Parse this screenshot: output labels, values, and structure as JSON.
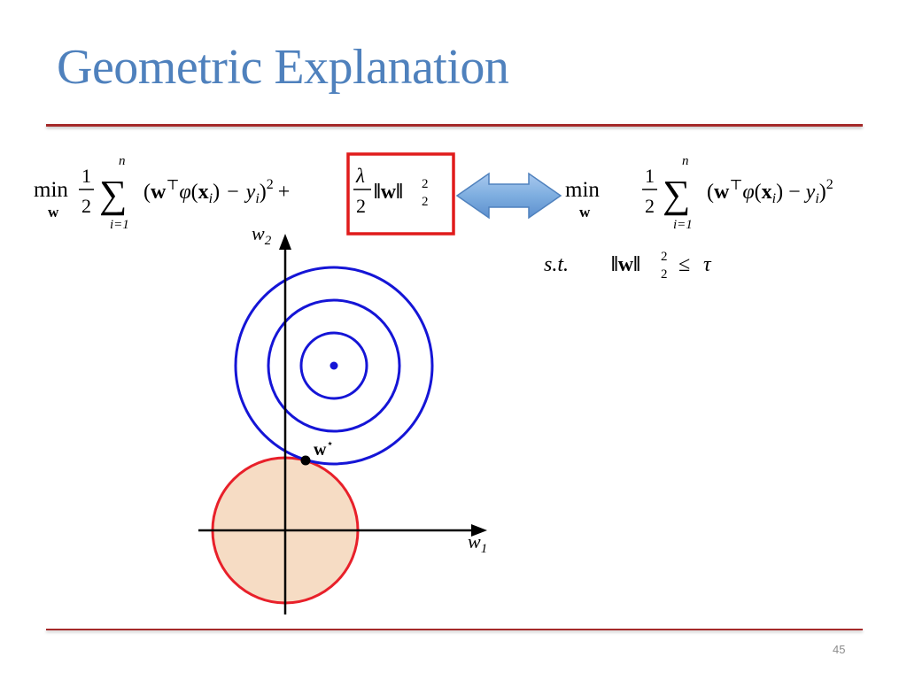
{
  "slide": {
    "title": "Geometric Explanation",
    "number": "45"
  },
  "formula_left": {
    "min": "min",
    "sub_w": "w",
    "frac_num": "1",
    "frac_den": "2",
    "sum": "∑",
    "sum_upper": "n",
    "sum_lower": "i=1",
    "loss_open": "(",
    "w": "w",
    "top": "⊤",
    "phi": "φ",
    "x_open": "(",
    "x": "x",
    "x_sub": "i",
    "x_close": ")",
    "minus": "−",
    "y": "y",
    "y_sub": "i",
    "loss_close": ")",
    "sq": "2",
    "plus": "+",
    "lambda": "λ",
    "reg_den": "2",
    "norm": "‖w‖",
    "norm_sup": "2",
    "norm_sub": "2"
  },
  "formula_right": {
    "min": "min",
    "sub_w": "w",
    "frac_num": "1",
    "frac_den": "2",
    "sum": "∑",
    "sum_upper": "n",
    "sum_lower": "i=1",
    "loss_open": "(",
    "w": "w",
    "top": "⊤",
    "phi": "φ",
    "x_open": "(",
    "x": "x",
    "x_sub": "i",
    "x_close": ")",
    "minus": "−",
    "y": "y",
    "y_sub": "i",
    "loss_close": ")",
    "sq": "2",
    "st": "s.t.",
    "norm": "‖w‖",
    "norm_sup": "2",
    "norm_sub": "2",
    "leq": "≤",
    "tau": "τ"
  },
  "diagram": {
    "axis_x_label": "w",
    "axis_x_sub": "1",
    "axis_y_label": "w",
    "axis_y_sub": "2",
    "optimum_label": "w",
    "optimum_sup": "⋆"
  },
  "colors": {
    "title": "#4f81bd",
    "rule": "#a52a2a",
    "contour": "#1515d6",
    "constraint_stroke": "#e8202a",
    "constraint_fill": "#f6dcc4",
    "highlight_box": "#e01b1b",
    "arrow_fill": "#7eaee0",
    "arrow_stroke": "#4f81bd"
  }
}
